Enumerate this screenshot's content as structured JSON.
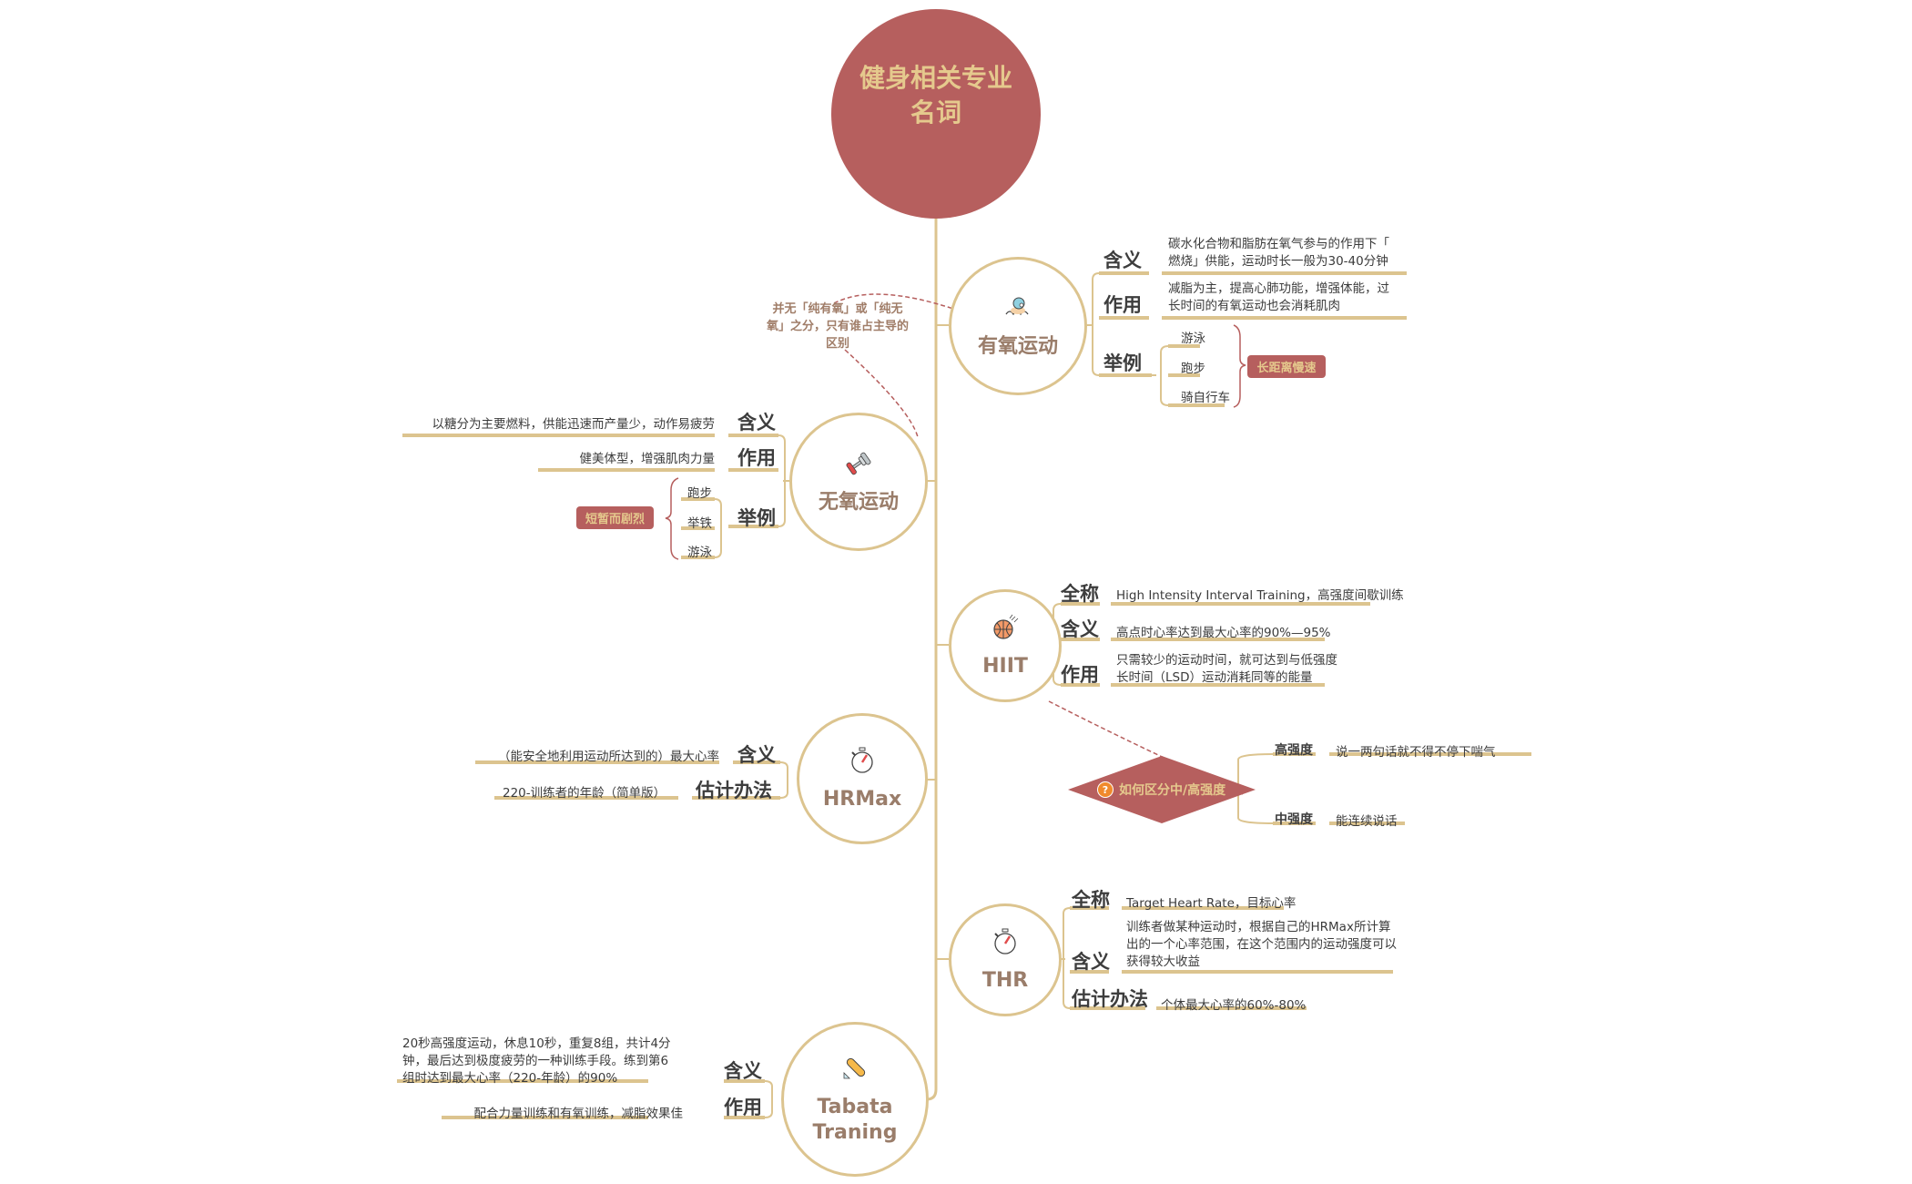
{
  "root": {
    "title_line1": "健身相关专业",
    "title_line2": "名词",
    "color": "#b65f5e"
  },
  "colors": {
    "branch": "#dcc48f",
    "accent": "#b65f5e",
    "tag_text": "#e5c98d",
    "topic_text": "#9a7d6a"
  },
  "note": {
    "line1": "并无「纯有氧」或「纯无",
    "line2": "氧」之分，只有谁占主导的",
    "line3": "区别"
  },
  "aerobic": {
    "title": "有氧运动",
    "icon": "swimmer-icon",
    "meaning_label": "含义",
    "meaning_line1": "碳水化合物和脂肪在氧气参与的作用下「",
    "meaning_line2": "燃烧」供能，运动时长一般为30-40分钟",
    "effect_label": "作用",
    "effect_line1": "减脂为主，提高心肺功能，增强体能，过",
    "effect_line2": "长时间的有氧运动也会消耗肌肉",
    "example_label": "举例",
    "examples": [
      "游泳",
      "跑步",
      "骑自行车"
    ],
    "summary_tag": "长距离慢速"
  },
  "anaerobic": {
    "title": "无氧运动",
    "icon": "dumbbell-icon",
    "meaning_label": "含义",
    "meaning": "以糖分为主要燃料，供能迅速而产量少，动作易疲劳",
    "effect_label": "作用",
    "effect": "健美体型，增强肌肉力量",
    "example_label": "举例",
    "examples": [
      "跑步",
      "举铁",
      "游泳"
    ],
    "summary_tag": "短暂而剧烈"
  },
  "hiit": {
    "title": "HIIT",
    "icon": "basketball-icon",
    "fullname_label": "全称",
    "fullname": "High Intensity Interval Training，高强度间歇训练",
    "meaning_label": "含义",
    "meaning": "高点时心率达到最大心率的90%—95%",
    "effect_label": "作用",
    "effect_line1": "只需较少的运动时间，就可达到与低强度",
    "effect_line2": "长时间（LSD）运动消耗同等的能量"
  },
  "intensity": {
    "question": "如何区分中/高强度",
    "icon": "question-icon",
    "high_label": "高强度",
    "high_text": "说一两句话就不得不停下喘气",
    "mid_label": "中强度",
    "mid_text": "能连续说话"
  },
  "hrmax": {
    "title": "HRMax",
    "icon": "stopwatch-icon",
    "meaning_label": "含义",
    "meaning": "（能安全地利用运动所达到的）最大心率",
    "estimate_label": "估计办法",
    "estimate": "220-训练者的年龄（简单版）"
  },
  "thr": {
    "title": "THR",
    "icon": "stopwatch-icon",
    "fullname_label": "全称",
    "fullname": "Target Heart Rate，目标心率",
    "meaning_label": "含义",
    "meaning_line1": "训练者做某种运动时，根据自己的HRMax所计算",
    "meaning_line2": "出的一个心率范围，在这个范围内的运动强度可以",
    "meaning_line3": "获得较大收益",
    "estimate_label": "估计办法",
    "estimate": "个体最大心率的60%-80%"
  },
  "tabata": {
    "title_line1": "Tabata",
    "title_line2": "Traning",
    "icon": "skateboard-icon",
    "meaning_label": "含义",
    "meaning_line1": "20秒高强度运动，休息10秒，重复8组，共计4分",
    "meaning_line2": "钟，最后达到极度疲劳的一种训练手段。练到第6",
    "meaning_line3": "组时达到最大心率（220-年龄）的90%",
    "effect_label": "作用",
    "effect": "配合力量训练和有氧训练，减脂效果佳"
  }
}
